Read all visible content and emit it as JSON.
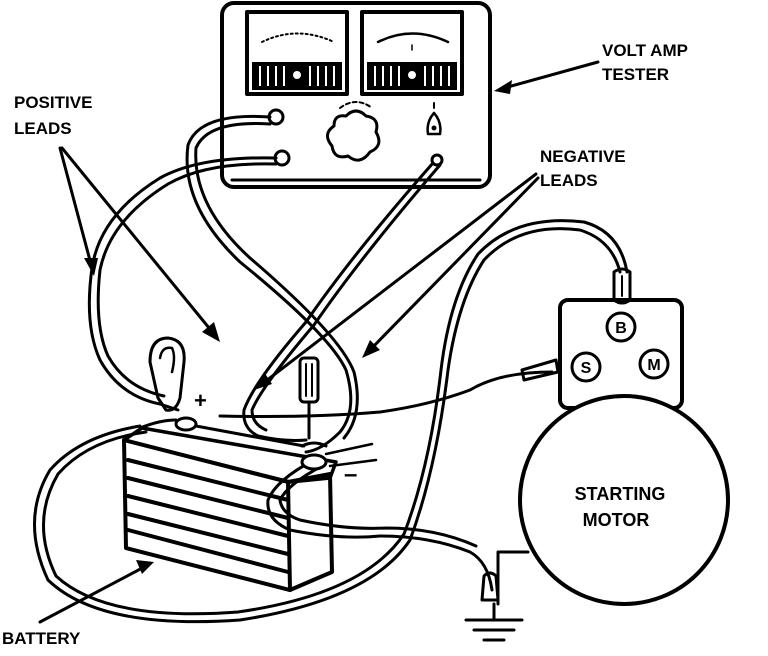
{
  "labels": {
    "volt_amp_tester": [
      "VOLT AMP",
      "TESTER"
    ],
    "positive_leads": [
      "POSITIVE",
      "LEADS"
    ],
    "negative_leads": [
      "NEGATIVE",
      "LEADS"
    ],
    "battery": "BATTERY",
    "starting_motor": [
      "STARTING",
      "MOTOR"
    ]
  },
  "terminals": {
    "b": "B",
    "s": "S",
    "m": "M"
  },
  "battery_signs": {
    "plus": "+",
    "minus": "–"
  }
}
